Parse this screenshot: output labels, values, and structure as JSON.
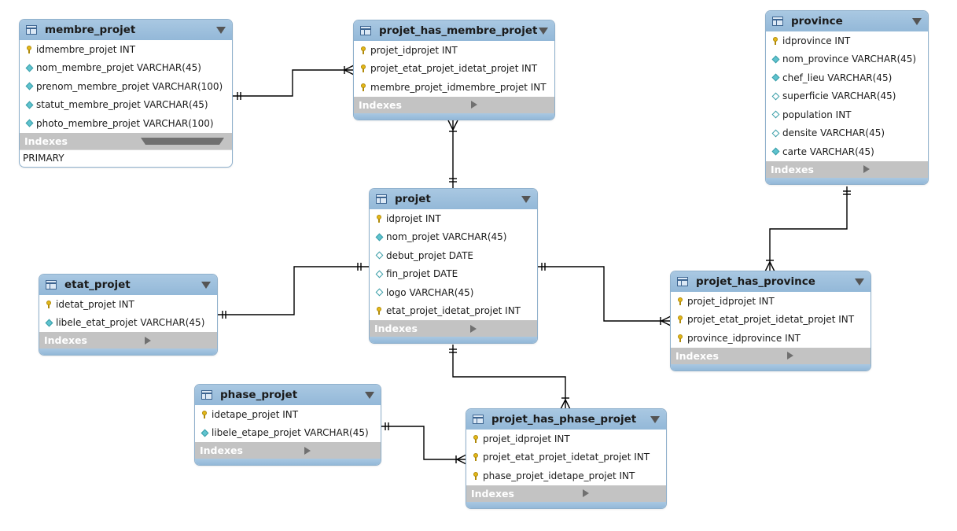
{
  "tables": {
    "membre_projet": {
      "name": "membre_projet",
      "columns": [
        {
          "icon": "key-icon",
          "text": "idmembre_projet INT"
        },
        {
          "icon": "filled-diamond-icon",
          "text": "nom_membre_projet VARCHAR(45)"
        },
        {
          "icon": "filled-diamond-icon",
          "text": "prenom_membre_projet VARCHAR(100)"
        },
        {
          "icon": "filled-diamond-icon",
          "text": "statut_membre_projet VARCHAR(45)"
        },
        {
          "icon": "filled-diamond-icon",
          "text": "photo_membre_projet VARCHAR(100)"
        }
      ],
      "indexes_label": "Indexes",
      "indexes": [
        "PRIMARY"
      ]
    },
    "projet_has_membre_projet": {
      "name": "projet_has_membre_projet",
      "columns": [
        {
          "icon": "key-icon",
          "text": "projet_idprojet INT"
        },
        {
          "icon": "key-icon",
          "text": "projet_etat_projet_idetat_projet INT"
        },
        {
          "icon": "key-icon",
          "text": "membre_projet_idmembre_projet INT"
        }
      ],
      "indexes_label": "Indexes"
    },
    "province": {
      "name": "province",
      "columns": [
        {
          "icon": "key-icon",
          "text": "idprovince INT"
        },
        {
          "icon": "filled-diamond-icon",
          "text": "nom_province VARCHAR(45)"
        },
        {
          "icon": "filled-diamond-icon",
          "text": "chef_lieu VARCHAR(45)"
        },
        {
          "icon": "empty-diamond-icon",
          "text": "superficie VARCHAR(45)"
        },
        {
          "icon": "empty-diamond-icon",
          "text": "population INT"
        },
        {
          "icon": "empty-diamond-icon",
          "text": "densite VARCHAR(45)"
        },
        {
          "icon": "filled-diamond-icon",
          "text": "carte VARCHAR(45)"
        }
      ],
      "indexes_label": "Indexes"
    },
    "projet": {
      "name": "projet",
      "columns": [
        {
          "icon": "key-icon",
          "text": "idprojet INT"
        },
        {
          "icon": "filled-diamond-icon",
          "text": "nom_projet VARCHAR(45)"
        },
        {
          "icon": "empty-diamond-icon",
          "text": "debut_projet DATE"
        },
        {
          "icon": "empty-diamond-icon",
          "text": "fin_projet DATE"
        },
        {
          "icon": "empty-diamond-icon",
          "text": "logo VARCHAR(45)"
        },
        {
          "icon": "key-icon",
          "text": "etat_projet_idetat_projet INT"
        }
      ],
      "indexes_label": "Indexes"
    },
    "etat_projet": {
      "name": "etat_projet",
      "columns": [
        {
          "icon": "key-icon",
          "text": "idetat_projet INT"
        },
        {
          "icon": "filled-diamond-icon",
          "text": "libele_etat_projet VARCHAR(45)"
        }
      ],
      "indexes_label": "Indexes"
    },
    "projet_has_province": {
      "name": "projet_has_province",
      "columns": [
        {
          "icon": "key-icon",
          "text": "projet_idprojet INT"
        },
        {
          "icon": "key-icon",
          "text": "projet_etat_projet_idetat_projet INT"
        },
        {
          "icon": "key-icon",
          "text": "province_idprovince INT"
        }
      ],
      "indexes_label": "Indexes"
    },
    "phase_projet": {
      "name": "phase_projet",
      "columns": [
        {
          "icon": "key-icon",
          "text": "idetape_projet INT"
        },
        {
          "icon": "filled-diamond-icon",
          "text": "libele_etape_projet VARCHAR(45)"
        }
      ],
      "indexes_label": "Indexes"
    },
    "projet_has_phase_projet": {
      "name": "projet_has_phase_projet",
      "columns": [
        {
          "icon": "key-icon",
          "text": "projet_idprojet INT"
        },
        {
          "icon": "key-icon",
          "text": "projet_etat_projet_idetat_projet INT"
        },
        {
          "icon": "key-icon",
          "text": "phase_projet_idetape_projet INT"
        }
      ],
      "indexes_label": "Indexes"
    }
  },
  "colors": {
    "header": "#9dbfdd",
    "indexes_bar": "#c3c3c3",
    "connector": "#000000"
  }
}
